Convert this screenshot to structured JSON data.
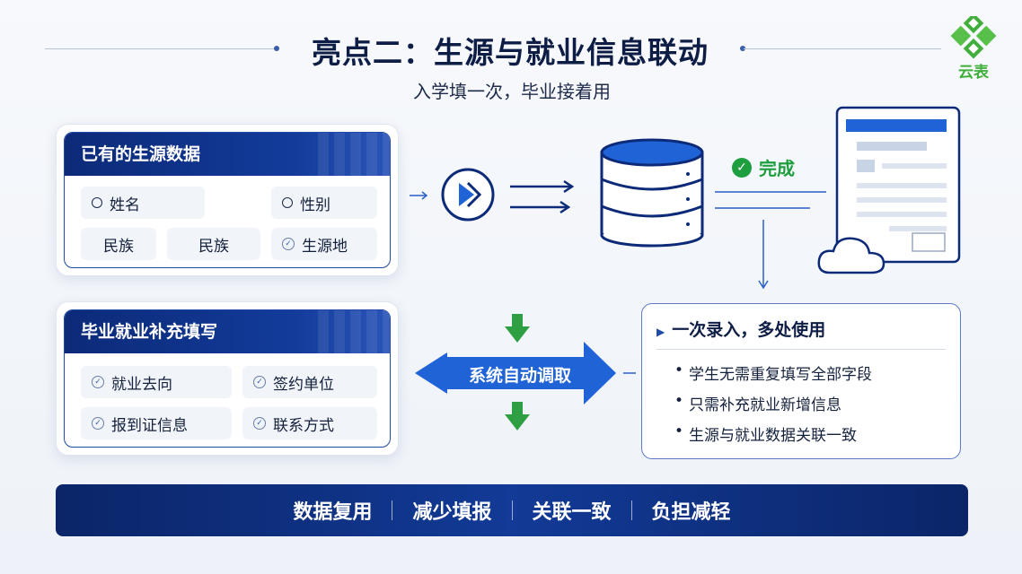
{
  "header": {
    "title": "亮点二：生源与就业信息联动",
    "subtitle": "入学填一次，毕业接着用",
    "logo_text": "云表"
  },
  "existing_card": {
    "title": "已有的生源数据",
    "items": [
      {
        "label": "姓名",
        "icon": "circle-icon"
      },
      {
        "label": "性别",
        "icon": "circle-icon"
      },
      {
        "label": "民族",
        "icon": ""
      },
      {
        "label": "民族",
        "icon": ""
      },
      {
        "label": "生源地",
        "icon": "check-circle-icon"
      }
    ]
  },
  "grad_card": {
    "title": "毕业就业补充填写",
    "items": [
      {
        "label": "就业去向",
        "icon": "check-circle-icon"
      },
      {
        "label": "签约单位",
        "icon": "check-circle-icon"
      },
      {
        "label": "报到证信息",
        "icon": "check-circle-icon"
      },
      {
        "label": "联系方式",
        "icon": "check-circle-icon"
      }
    ]
  },
  "flow": {
    "auto_label": "系统自动调取",
    "done_label": "完成"
  },
  "result_card": {
    "title": "一次录入，多处使用",
    "bullets": [
      "学生无需重复填写全部字段",
      "只需补充就业新增信息",
      "生源与就业数据关联一致"
    ]
  },
  "banner": {
    "items": [
      "数据复用",
      "减少填报",
      "关联一致",
      "负担减轻"
    ]
  },
  "colors": {
    "navy": "#0c2a78",
    "blue": "#1f63d6",
    "green": "#2ea043"
  }
}
